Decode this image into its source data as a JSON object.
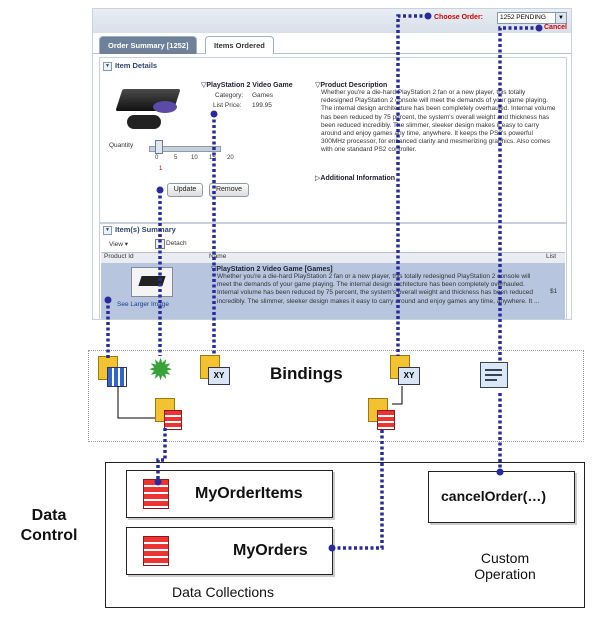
{
  "screenshot": {
    "tabs": [
      "Order Summary [1252]",
      "Items Ordered"
    ],
    "choose_order_label": "Choose Order:",
    "choose_order_value": "1252 PENDING",
    "cancel_label": "Cancel",
    "item_details": {
      "section_title": "Item Details",
      "product_title": "PlayStation 2 Video Game",
      "category_label": "Category:",
      "category_value": "Games",
      "list_price_label": "List Price:",
      "list_price_value": "199.95",
      "quantity_label": "Quantity",
      "slider_ticks": [
        "0",
        "5",
        "10",
        "15",
        "20"
      ],
      "slider_value": "1",
      "update_button": "Update",
      "remove_button": "Remove",
      "description_title": "Product Description",
      "description_text": "Whether you're a die-hard PlayStation 2 fan or a new player, this totally redesigned PlayStation 2 console will meet the demands of your game playing. The internal design architecture has been completely overhauled. Internal volume has been reduced by 75 percent, the system's overall weight and thickness has been reduced incredibly. The slimmer, sleeker design makes it easy to carry around and enjoy games any time, anywhere. It keeps the PS2's powerful 300MHz processor, for enhanced clarity and mesmerizing graphics. Also comes with one standard PS2 controller.",
      "additional_info": "Additional Information"
    },
    "items_summary": {
      "section_title": "Item(s) Summary",
      "view_menu": "View ▾",
      "detach_button": "Detach",
      "col_product_id": "Product Id",
      "col_name": "Name",
      "col_list": "List",
      "row_title": "PlayStation 2 Video Game [Games]",
      "row_text": "Whether you're a die-hard PlayStation 2 fan or a new player, this totally redesigned PlayStation 2 console will meet the demands of your game playing. The internal design architecture has been completely overhauled. Internal volume has been reduced by 75 percent, the system's overall weight and thickness has been reduced incredibly. The slimmer, sleeker design makes it easy to carry around and enjoy games any time, anywhere. It ...",
      "see_larger": "See Larger Image",
      "row_extra": "$1"
    }
  },
  "bindings": {
    "title": "Bindings"
  },
  "data_control": {
    "side_label_line1": "Data",
    "side_label_line2": "Control",
    "collection_1": "MyOrderItems",
    "collection_2": "MyOrders",
    "collections_caption": "Data Collections",
    "operation": "cancelOrder(…)",
    "operation_caption_line1": "Custom",
    "operation_caption_line2": "Operation"
  },
  "colors": {
    "connector": "#2a2a9a",
    "accent_red": "#cc0000"
  }
}
